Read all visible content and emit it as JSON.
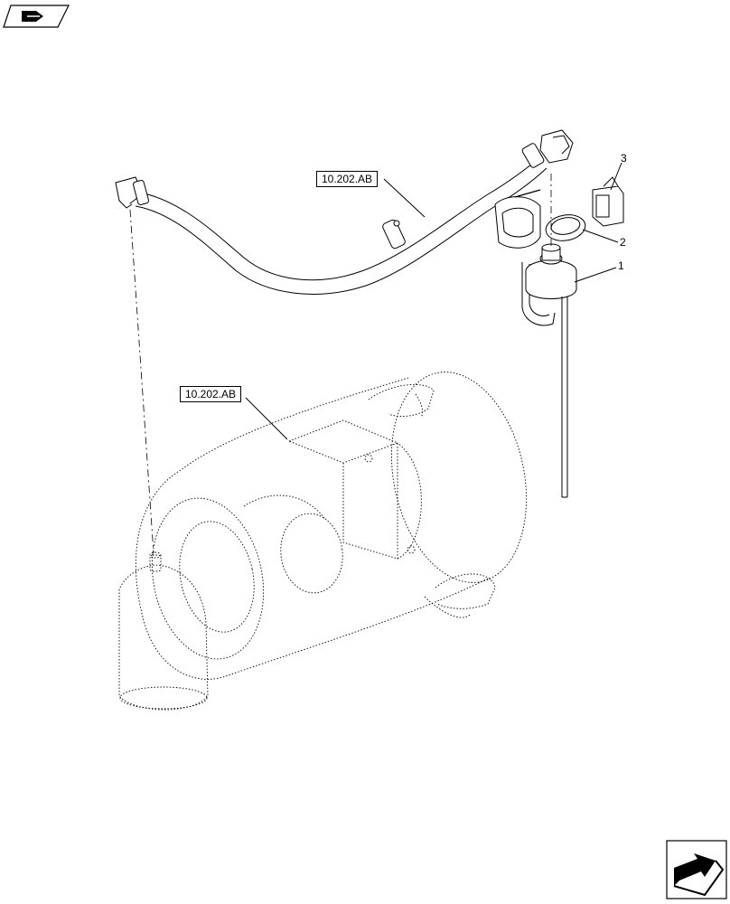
{
  "references": [
    {
      "id": "ref-top",
      "label": "10.202.AB"
    },
    {
      "id": "ref-bottom",
      "label": "10.202.AB"
    }
  ],
  "callouts": [
    {
      "id": "callout-1",
      "label": "1"
    },
    {
      "id": "callout-2",
      "label": "2"
    },
    {
      "id": "callout-3",
      "label": "3"
    }
  ],
  "icons": {
    "top_left": "catalog-book-icon",
    "bottom_right": "next-page-arrow-icon"
  }
}
